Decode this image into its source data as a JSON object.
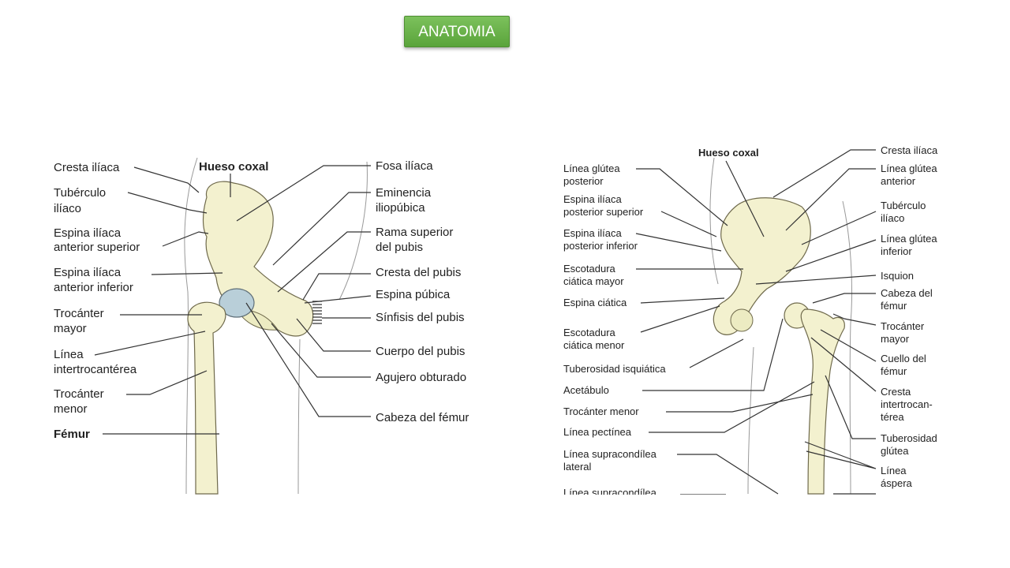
{
  "title": "ANATOMIA",
  "left": {
    "labels": [
      "Cresta ilíaca",
      "Tubérculo",
      "ilíaco",
      "Espina ilíaca",
      "anterior superior",
      "Espina ilíaca",
      "anterior inferior",
      "Trocánter",
      "mayor",
      "Línea",
      "intertrocantérea",
      "Trocánter",
      "menor",
      "Fémur",
      "Hueso coxal",
      "Fosa ilíaca",
      "Eminencia",
      "iliopúbica",
      "Rama superior",
      "del pubis",
      "Cresta del pubis",
      "Espina púbica",
      "Sínfisis del pubis",
      "Cuerpo del pubis",
      "Agujero obturado",
      "Cabeza del fémur"
    ]
  },
  "right": {
    "labels": [
      "Hueso coxal",
      "Línea glútea",
      "posterior",
      "Espina ilíaca",
      "posterior superior",
      "Espina ilíaca",
      "posterior inferior",
      "Escotadura",
      "ciática mayor",
      "Espina ciática",
      "Escotadura",
      "ciática menor",
      "Tuberosidad isquiática",
      "Acetábulo",
      "Trocánter menor",
      "Línea pectínea",
      "Línea supracondílea",
      "lateral",
      "Línea supracondílea",
      "Cresta ilíaca",
      "Línea glútea",
      "anterior",
      "Tubérculo",
      "ilíaco",
      "Línea glútea",
      "inferior",
      "Isquion",
      "Cabeza del",
      "fémur",
      "Trocánter",
      "mayor",
      "Cuello del",
      "fémur",
      "Cresta",
      "intertrocan-",
      "térea",
      "Tuberosidad",
      "glútea",
      "Línea",
      "áspera"
    ]
  }
}
